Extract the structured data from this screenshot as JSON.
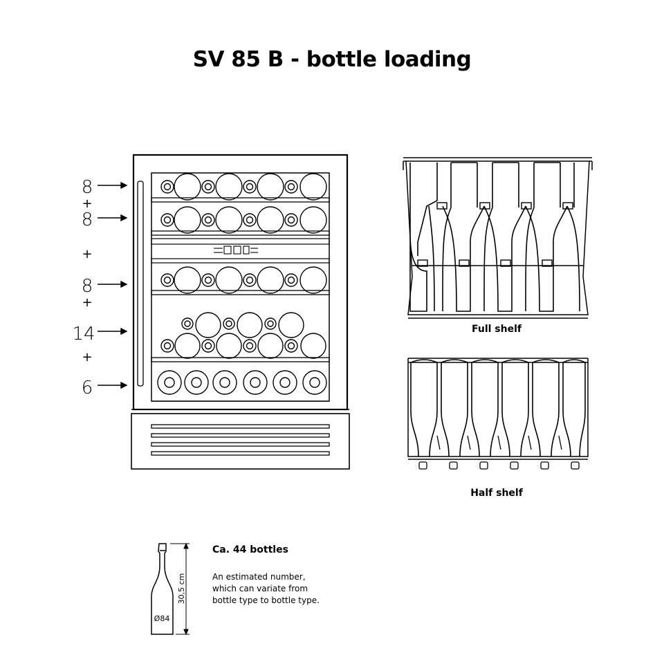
{
  "title": "SV 85 B - bottle loading",
  "loading": [
    {
      "count": "8"
    },
    {
      "count": "8"
    },
    {
      "count": "8"
    },
    {
      "count": "14"
    },
    {
      "count": "6"
    }
  ],
  "plus_sign": "+",
  "shelf_labels": {
    "full": "Full shelf",
    "half": "Half shelf"
  },
  "bottle": {
    "height_label": "30,5 cm",
    "diameter_label": "Ø84"
  },
  "capacity": {
    "heading": "Ca. 44 bottles",
    "note_lines": [
      "An estimated number,",
      "which can variate from",
      "bottle type to bottle type."
    ]
  }
}
